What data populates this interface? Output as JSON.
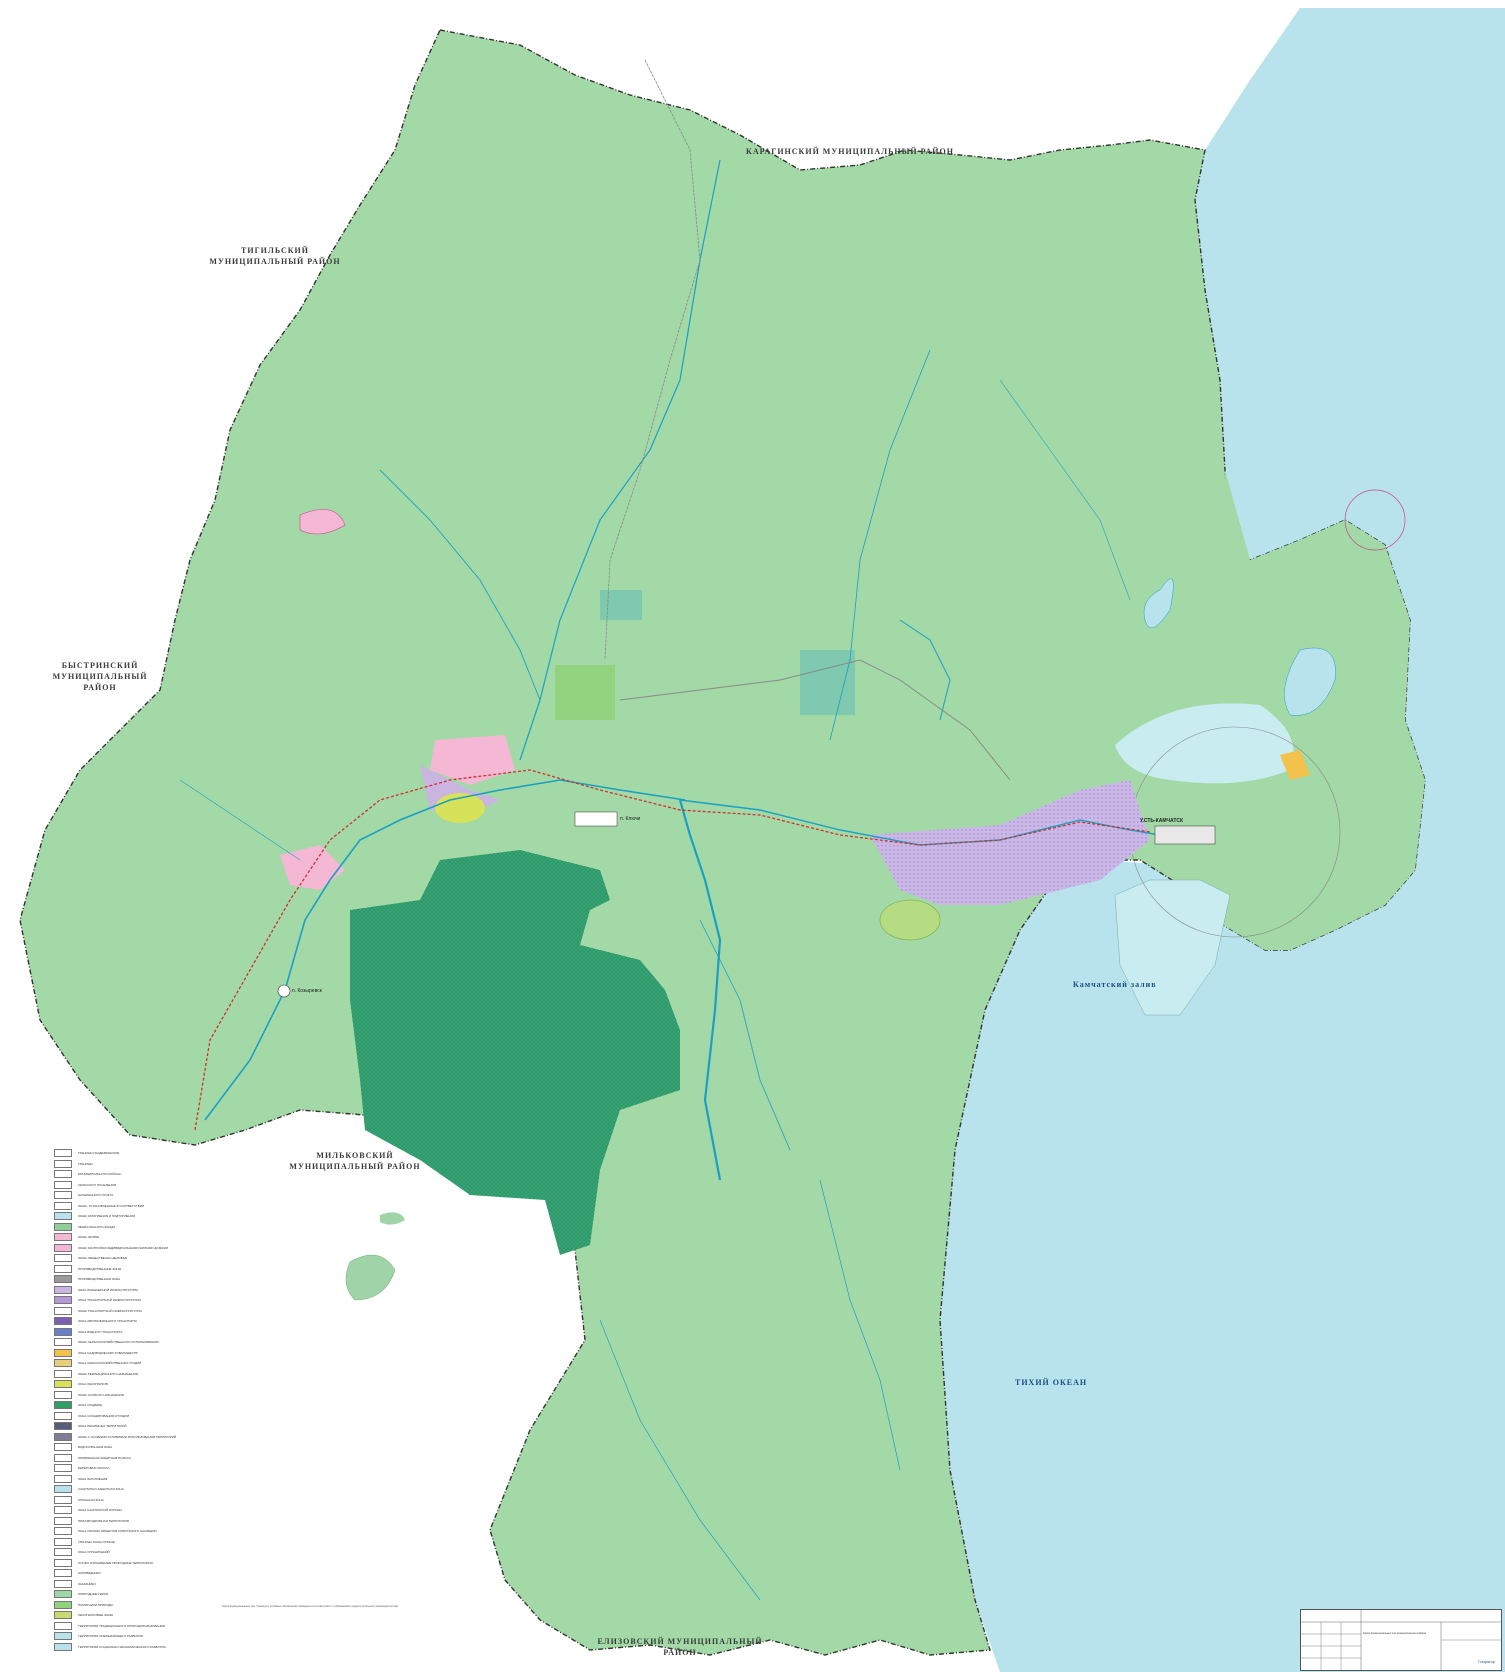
{
  "map": {
    "neighbor_districts": {
      "karaginsky": "КАРАГИНСКИЙ МУНИЦИПАЛЬНЫЙ РАЙОН",
      "tigilsky": "ТИГИЛЬСКИЙ МУНИЦИПАЛЬНЫЙ РАЙОН",
      "bystrinsky": "БЫСТРИНСКИЙ МУНИЦИПАЛЬНЫЙ РАЙОН",
      "milkovsky": "МИЛЬКОВСКИЙ МУНИЦИПАЛЬНЫЙ РАЙОН",
      "yelizovsky": "ЕЛИЗОВСКИЙ МУНИЦИПАЛЬНЫЙ РАЙОН"
    },
    "water_bodies": {
      "kamchatsky_bay": "Камчатский залив",
      "pacific_ocean": "ТИХИЙ ОКЕАН"
    },
    "settlements": {
      "ust_kamchatsk": "У.СТЬ-КАМЧАТСК",
      "klyuchi": "п. Ключи",
      "kozyrevsk": "п. Козыревск"
    },
    "colors": {
      "forest_land": "#a3d9a6",
      "lowland": "#8fcf9a",
      "water": "#b8e2ec",
      "coast_water": "#a6dbe9",
      "national_park": "#3bb07c",
      "residential": "#f5b8d4",
      "industrial": "#c9b5e0",
      "agriculture": "#c8dc6e",
      "recreation": "#d6e35a",
      "river": "#1ba0c4",
      "road": "#8a8a8a",
      "border": "#333333",
      "railway_red": "#d0312d"
    }
  },
  "legend": {
    "items": [
      {
        "label": "ГРАНИЦЫ ГЕОДЕЗИЧЕСКИЕ",
        "color": "#ffffff"
      },
      {
        "label": "ГРАНИЦЫ",
        "color": "#ffffff"
      },
      {
        "label": "МУНИЦИПАЛЬНОГО РАЙОНА",
        "color": "#ffffff"
      },
      {
        "label": "СЕЛЬСКОГО ПОСЕЛЕНИЯ",
        "color": "#ffffff"
      },
      {
        "label": "НАСЕЛЕННОГО ПУНКТА",
        "color": "#ffffff"
      },
      {
        "label": "ЗОНЫ, УСТАНОВЛЕННЫЕ В СООТВЕТСТВИИ",
        "color": "#ffffff"
      },
      {
        "label": "ЗОНЫ ЗАТОПЛЕНИЯ И ПОДТОПЛЕНИЯ",
        "color": "#b8e2ec"
      },
      {
        "label": "ЗЕМЛИ ЛЕСНОГО ФОНДА",
        "color": "#8fcf9a"
      },
      {
        "label": "ЗОНЫ ЖИЛЫЕ",
        "color": "#f5b8d4"
      },
      {
        "label": "ЗОНЫ ЗАСТРОЙКИ ИНДИВИДУАЛЬНЫМИ ЖИЛЫМИ ДОМАМИ",
        "color": "#f5b8d4"
      },
      {
        "label": "ЗОНЫ ОБЩЕСТВЕННО-ДЕЛОВЫЕ",
        "color": "#ffffff"
      },
      {
        "label": "ПРОИЗВОДСТВЕННЫЕ ЗОНЫ",
        "color": "#ffffff"
      },
      {
        "label": "ПРОИЗВОДСТВЕННАЯ ЗОНА",
        "color": "#9a9a9a"
      },
      {
        "label": "ЗОНА ИНЖЕНЕРНОЙ ИНФРАСТРУКТУРЫ",
        "color": "#c9b5e0"
      },
      {
        "label": "ЗОНА ТРАНСПОРТНОЙ ИНФРАСТРУКТУРЫ",
        "color": "#b39ad6"
      },
      {
        "label": "ЗОНЫ ТРАНСПОРТНОЙ ИНФРАСТРУКТУРЫ",
        "color": "#ffffff"
      },
      {
        "label": "ЗОНА АВТОМОБИЛЬНОГО ТРАНСПОРТА",
        "color": "#7b5fb3"
      },
      {
        "label": "ЗОНА ВОДНОГО ТРАНСПОРТА",
        "color": "#6a7fc9"
      },
      {
        "label": "ЗОНЫ СЕЛЬСКОХОЗЯЙСТВЕННОГО ИСПОЛЬЗОВАНИЯ",
        "color": "#ffffff"
      },
      {
        "label": "ЗОНА САДОВОДЧЕСКИХ ТОВАРИЩЕСТВ",
        "color": "#f2c24a"
      },
      {
        "label": "ЗОНА СЕЛЬСКОХОЗЯЙСТВЕННЫХ УГОДИЙ",
        "color": "#e8d07a"
      },
      {
        "label": "ЗОНЫ РЕКРЕАЦИОННОГО НАЗНАЧЕНИЯ",
        "color": "#ffffff"
      },
      {
        "label": "ЗОНА ЛЕСОПАРКОВ",
        "color": "#d6e35a"
      },
      {
        "label": "ЗОНЫ ОСОБОГО НАЗНАЧЕНИЯ",
        "color": "#ffffff"
      },
      {
        "label": "ЗОНА КЛАДБИЩ",
        "color": "#2f9e64"
      },
      {
        "label": "ЗОНА СКЛАДИРОВАНИЯ ОТХОДОВ",
        "color": "#ffffff"
      },
      {
        "label": "ЗОНА РЕЖИМНЫХ ТЕРРИТОРИЙ",
        "color": "#545d7a"
      },
      {
        "label": "ЗОНЫ С ОСОБЫМИ УСЛОВИЯМИ ИСПОЛЬЗОВАНИЯ ТЕРРИТОРИЙ",
        "color": "#7d7f96"
      },
      {
        "label": "ВОДООХРАННАЯ ЗОНА",
        "color": "#ffffff"
      },
      {
        "label": "ПРИБРЕЖНАЯ ЗАЩИТНАЯ ПОЛОСА",
        "color": "#ffffff"
      },
      {
        "label": "БЕРЕГОВАЯ ПОЛОСА",
        "color": "#ffffff"
      },
      {
        "label": "ЗОНА ЗАТОПЛЕНИЯ",
        "color": "#ffffff"
      },
      {
        "label": "САНИТАРНО-ЗАЩИТНАЯ ЗОНА",
        "color": "#b8e2ec"
      },
      {
        "label": "ОХРАННАЯ ЗОНА",
        "color": "#ffffff"
      },
      {
        "label": "ЗОНА САНИТАРНОЙ ОХРАНЫ",
        "color": "#ffffff"
      },
      {
        "label": "ПРИАЭРОДРОМНАЯ ТЕРРИТОРИЯ",
        "color": "#ffffff"
      },
      {
        "label": "ЗОНА ОХРАНЫ ОБЪЕКТОВ КУЛЬТУРНОГО НАСЛЕДИЯ",
        "color": "#ffffff"
      },
      {
        "label": "ГРАНИЦА ЗОНЫ ОХРАНЫ",
        "color": "#ffffff"
      },
      {
        "label": "ЗОНА ОГРАНИЧЕНИЙ",
        "color": "#ffffff"
      },
      {
        "label": "ОСОБО ОХРАНЯЕМЫЕ ПРИРОДНЫЕ ТЕРРИТОРИИ",
        "color": "#ffffff"
      },
      {
        "label": "ЗАПОВЕДНИКИ",
        "color": "#ffffff"
      },
      {
        "label": "ЗАКАЗНИКИ",
        "color": "#ffffff"
      },
      {
        "label": "ПРИРОДНЫЕ ПАРКИ",
        "color": "#9cd8a8"
      },
      {
        "label": "ПАМЯТНИКИ ПРИРОДЫ",
        "color": "#8fd27a"
      },
      {
        "label": "ЛЕСОПАРКОВЫЕ ЗОНЫ",
        "color": "#c8dc6e"
      },
      {
        "label": "ТЕРРИТОРИИ ТРАДИЦИОННОГО ПРИРОДОПОЛЬЗОВАНИЯ",
        "color": "#ffffff"
      },
      {
        "label": "ТЕРРИТОРИИ ОПЕРЕЖАЮЩЕГО РАЗВИТИЯ",
        "color": "#b8e2ec"
      },
      {
        "label": "ТЕРРИТОРИИ СОЦИАЛЬНО-ЭКОНОМИЧЕСКОГО РАЗВИТИЯ",
        "color": "#b8e2ec"
      }
    ]
  },
  "notes": "Карта функциональных зон. Границы и условные обозначения приведены в соответствии с требованиями градостроительного законодательства.",
  "stamp": {
    "title": "Карта функциональных зон муниципального района",
    "org": "Гипрогор"
  }
}
